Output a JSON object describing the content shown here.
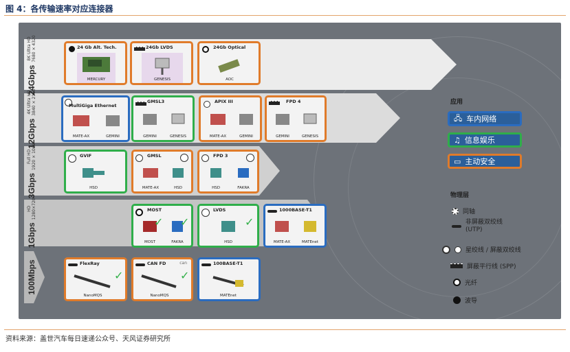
{
  "figure_title": "图 4：各传输速率对应连接器",
  "source": "资料来源：盖世汽车每日速递公众号、天风证券研究所",
  "colors": {
    "network": "#2a6cc0",
    "infotainment": "#2fae4a",
    "adas": "#e07b2a",
    "panel": "#6d7279",
    "arrow": "#e8e8e8"
  },
  "rows": [
    {
      "speed": "24Gbps",
      "res": "8K Ultra HD",
      "res2": "7680 × 4320"
    },
    {
      "speed": "12Gbps",
      "res": "4K Ultra HD",
      "res2": "3840 × 2160"
    },
    {
      "speed": "3Gbps",
      "res": "Full HD",
      "res2": "1920 × 1080"
    },
    {
      "speed": "1Gbps",
      "res": "HD",
      "res2": "1280×720"
    },
    {
      "speed": "100Mbps",
      "res": "",
      "res2": ""
    }
  ],
  "cards": {
    "c24a": {
      "name": "24 Gb Alt. Tech.",
      "subs": [
        "MERCURY"
      ]
    },
    "c24b": {
      "name": "24Gb LVDS",
      "subs": [
        "GENESIS"
      ]
    },
    "c24c": {
      "name": "24Gb Optical",
      "subs": [
        "AOC"
      ]
    },
    "c12a": {
      "name": "MultiGiga Ethernet",
      "subs": [
        "MATE-AX",
        "GEMINI"
      ]
    },
    "c12b": {
      "name": "GMSL3",
      "subs": [
        "GEMINI",
        "GENESIS"
      ]
    },
    "c12c": {
      "name": "APIX III",
      "subs": [
        "MATE-AX",
        "GEMINI"
      ]
    },
    "c12d": {
      "name": "FPD 4",
      "subs": [
        "GEMINI",
        "GENESIS"
      ]
    },
    "c3a": {
      "name": "GVIF",
      "subs": [
        "HSD"
      ]
    },
    "c3b": {
      "name": "GMSL",
      "subs": [
        "MATE-AX",
        "HSD"
      ]
    },
    "c3c": {
      "name": "FPD 3",
      "subs": [
        "HSD",
        "FAKRA"
      ]
    },
    "c1a": {
      "name": "MOST",
      "subs": [
        "MOST",
        "FAKRA"
      ]
    },
    "c1b": {
      "name": "LVDS",
      "subs": [
        "HSD"
      ]
    },
    "c1c": {
      "name": "1000BASE-T1",
      "subs": [
        "MATE-AX",
        "MATEnet"
      ]
    },
    "c100a": {
      "name": "FlexRay",
      "subs": [
        "NanoMQS"
      ]
    },
    "c100b": {
      "name": "CAN FD",
      "subs": [
        "NanoMQS"
      ]
    },
    "c100c": {
      "name": "100BASE-T1",
      "subs": [
        "MATEnet"
      ]
    }
  },
  "legend": {
    "app_title": "应用",
    "apps": [
      "车内网络",
      "信息娱乐",
      "主动安全"
    ],
    "phys_title": "物理层",
    "phys": [
      "同轴",
      "非屏蔽双绞线",
      "(UTP)",
      "星绞线 / 屏蔽双绞线",
      "屏蔽平行线 (SPP)",
      "光纤",
      "波导"
    ]
  },
  "misc": {
    "can_logo": "can"
  }
}
